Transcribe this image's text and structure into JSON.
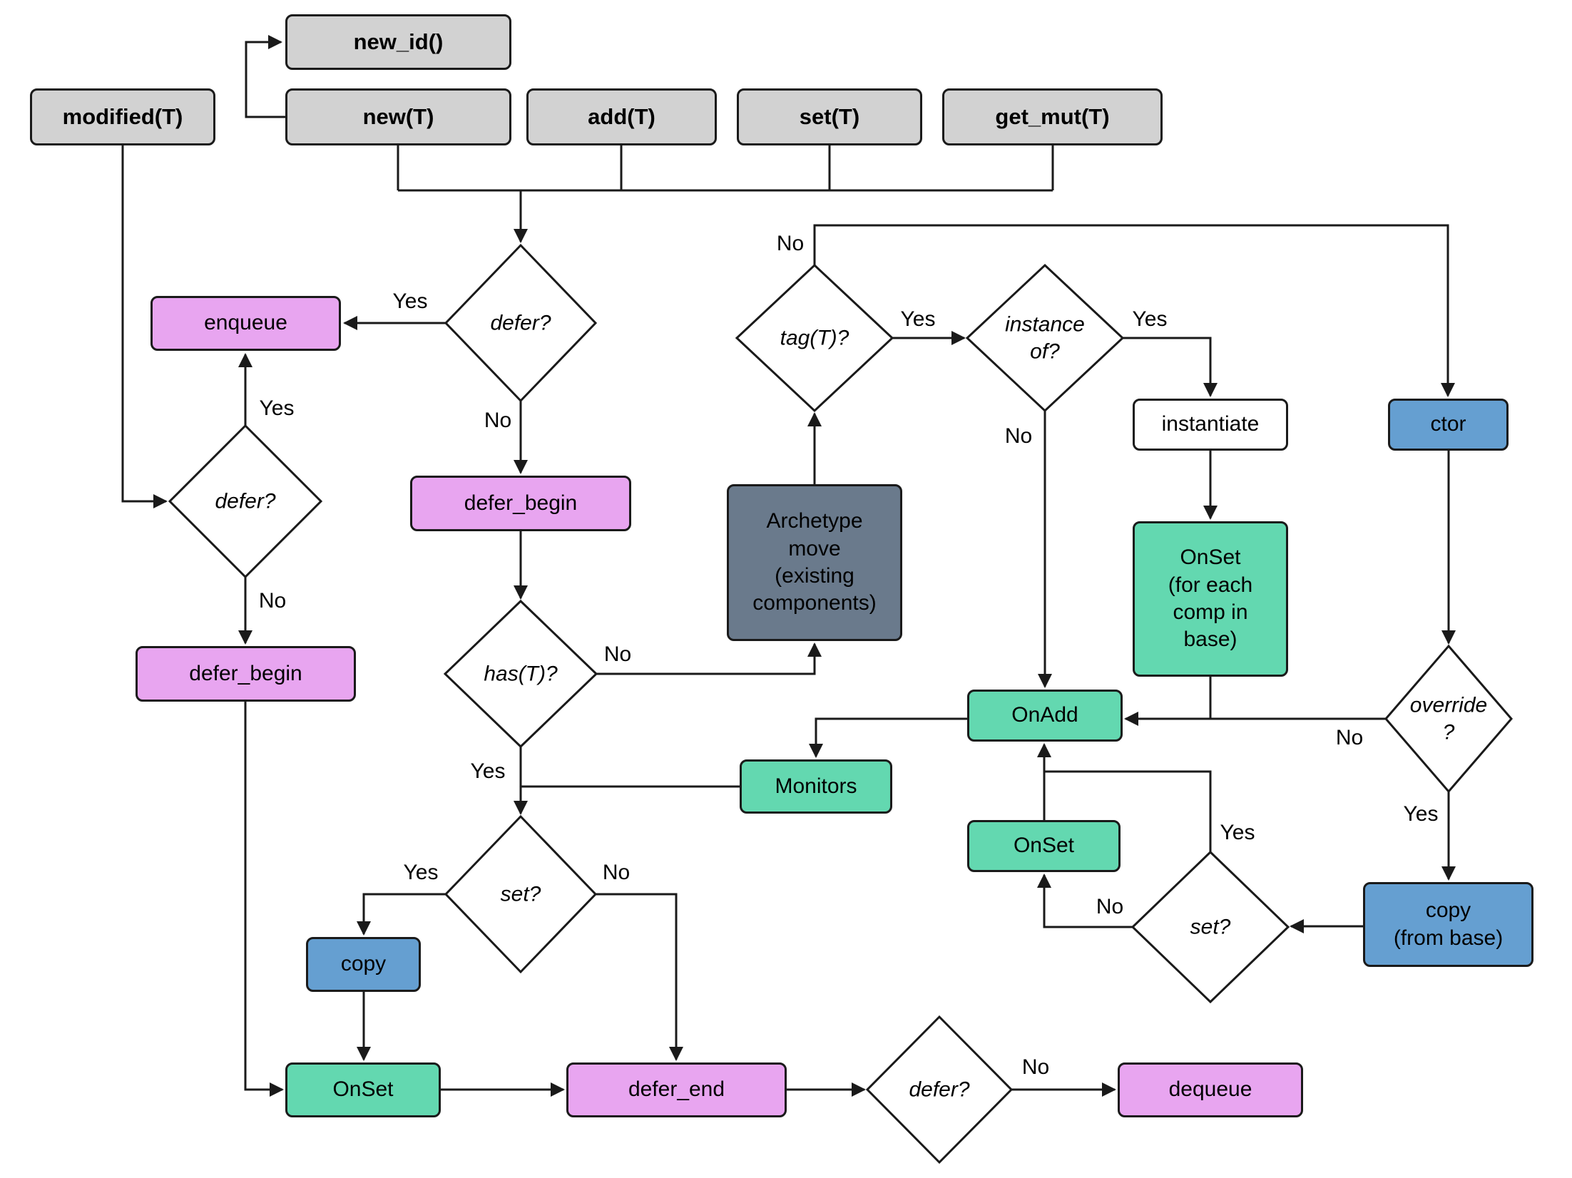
{
  "nodes": {
    "modified": {
      "label": "modified(T)"
    },
    "new_id": {
      "label": "new_id()"
    },
    "new_t": {
      "label": "new(T)"
    },
    "add_t": {
      "label": "add(T)"
    },
    "set_t": {
      "label": "set(T)"
    },
    "get_mut_t": {
      "label": "get_mut(T)"
    },
    "enqueue": {
      "label": "enqueue"
    },
    "defer_top": {
      "label": "defer?"
    },
    "defer_left": {
      "label": "defer?"
    },
    "defer_begin_left": {
      "label": "defer_begin"
    },
    "defer_begin_mid": {
      "label": "defer_begin"
    },
    "has_t": {
      "label": "has(T)?"
    },
    "archetype_move": {
      "label": "Archetype\nmove\n(existing\ncomponents)"
    },
    "tag_t": {
      "label": "tag(T)?"
    },
    "instance_of": {
      "label": "instance\nof?"
    },
    "instantiate": {
      "label": "instantiate"
    },
    "ctor": {
      "label": "ctor"
    },
    "onset_base": {
      "label": "OnSet\n(for each\ncomp in\nbase)"
    },
    "onadd": {
      "label": "OnAdd"
    },
    "override": {
      "label": "override\n?"
    },
    "monitors": {
      "label": "Monitors"
    },
    "onset_mid": {
      "label": "OnSet"
    },
    "set_right": {
      "label": "set?"
    },
    "copy_from_base": {
      "label": "copy\n(from base)"
    },
    "set_mid": {
      "label": "set?"
    },
    "copy": {
      "label": "copy"
    },
    "onset_left": {
      "label": "OnSet"
    },
    "defer_end": {
      "label": "defer_end"
    },
    "defer_bottom": {
      "label": "defer?"
    },
    "dequeue": {
      "label": "dequeue"
    }
  },
  "edge_labels": {
    "yes": "Yes",
    "no": "No"
  },
  "colors": {
    "api_box": "#d2d2d2",
    "defer_box": "#e8a5f0",
    "event_box": "#63d8b0",
    "hook_box": "#659fd1",
    "internal_box": "#6a7a8c",
    "plain_box": "#ffffff",
    "line": "#1a1a1a"
  }
}
